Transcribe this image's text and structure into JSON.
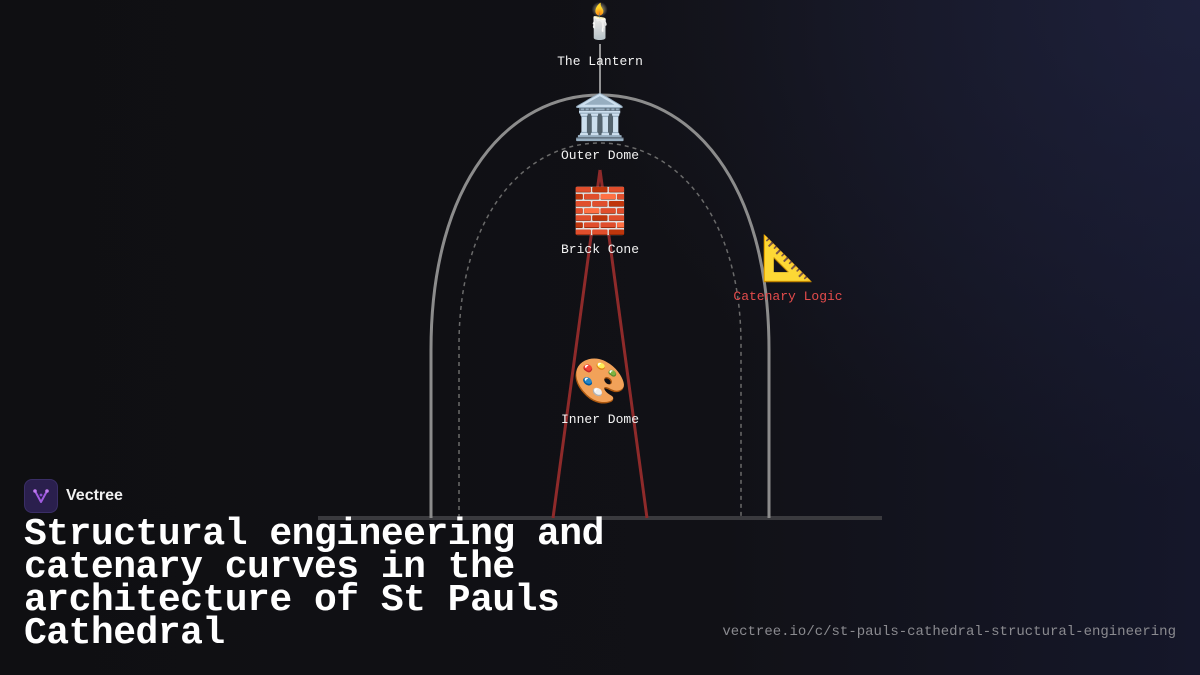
{
  "diagram": {
    "nodes": [
      {
        "id": "lantern",
        "icon": "candle-icon",
        "glyph": "🕯️",
        "label": "The Lantern"
      },
      {
        "id": "outer-dome",
        "icon": "classical-building-icon",
        "glyph": "🏛️",
        "label": "Outer Dome"
      },
      {
        "id": "brick-cone",
        "icon": "bricks-icon",
        "glyph": "🧱",
        "label": "Brick Cone"
      },
      {
        "id": "catenary-logic",
        "icon": "triangular-ruler-icon",
        "glyph": "📐",
        "label": "Catenary Logic"
      },
      {
        "id": "inner-dome",
        "icon": "artist-palette-icon",
        "glyph": "🎨",
        "label": "Inner Dome"
      }
    ],
    "colors": {
      "outer_dome_stroke": "#8c8c8c",
      "inner_dome_stroke": "#6a6a6a",
      "cone_stroke": "#8e2a2a",
      "accent_label": "#e34b4b",
      "ground": "#3a3a3e"
    }
  },
  "brand": {
    "name": "Vectree",
    "icon": "vectree-logo-icon"
  },
  "title": "Structural engineering and catenary curves in the architecture of St Pauls Cathedral",
  "url": "vectree.io/c/st-pauls-cathedral-structural-engineering"
}
